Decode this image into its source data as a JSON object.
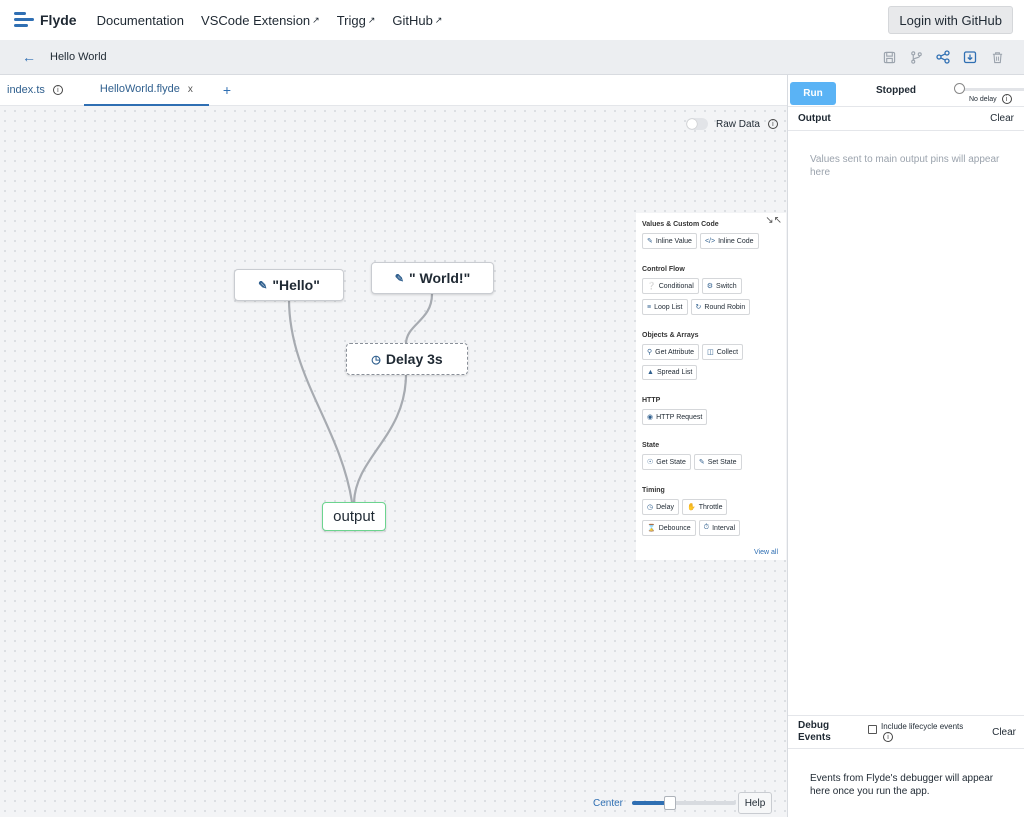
{
  "brand": {
    "name": "Flyde"
  },
  "nav": {
    "links": [
      {
        "label": "Documentation",
        "external": false
      },
      {
        "label": "VSCode Extension",
        "external": true
      },
      {
        "label": "Trigg",
        "external": true
      },
      {
        "label": "GitHub",
        "external": true
      }
    ],
    "login_label": "Login with GitHub"
  },
  "subbar": {
    "title": "Hello World",
    "icons": [
      "save-icon",
      "branch-icon",
      "share-icon",
      "download-icon",
      "trash-icon"
    ]
  },
  "tabs": {
    "items": [
      {
        "label": "index.ts",
        "active": false
      },
      {
        "label": "HelloWorld.flyde",
        "active": true,
        "close": "x"
      }
    ],
    "add_label": "+"
  },
  "canvas": {
    "raw_data_label": "Raw Data",
    "nodes": {
      "hello": "\"Hello\"",
      "world": "\" World!\"",
      "delay": "Delay 3s",
      "output": "output"
    }
  },
  "palette": {
    "sections": [
      {
        "title": "Values & Custom Code",
        "items": [
          "Inline Value",
          "Inline Code"
        ]
      },
      {
        "title": "Control Flow",
        "items": [
          "Conditional",
          "Switch",
          "Loop List",
          "Round Robin"
        ]
      },
      {
        "title": "Objects & Arrays",
        "items": [
          "Get Attribute",
          "Collect",
          "Spread List"
        ]
      },
      {
        "title": "HTTP",
        "items": [
          "HTTP Request"
        ]
      },
      {
        "title": "State",
        "items": [
          "Get State",
          "Set State"
        ]
      },
      {
        "title": "Timing",
        "items": [
          "Delay",
          "Throttle",
          "Debounce",
          "Interval"
        ]
      }
    ],
    "view_all_label": "View all"
  },
  "bottom": {
    "center_label": "Center",
    "zoom_fraction": 0.37,
    "help_label": "Help"
  },
  "right_panel": {
    "run_label": "Run",
    "status": "Stopped",
    "delay_label": "No delay",
    "output_title": "Output",
    "clear_label": "Clear",
    "output_placeholder": "Values sent to main output pins will appear here",
    "debug_title": "Debug Events",
    "lifecycle_label": "Include lifecycle events",
    "debug_clear_label": "Clear",
    "debug_placeholder": "Events from Flyde's debugger will appear here once you run the app."
  },
  "colors": {
    "accent": "#2f6fb3",
    "run_button": "#5ab3f5",
    "output_border": "#6cd48f"
  }
}
